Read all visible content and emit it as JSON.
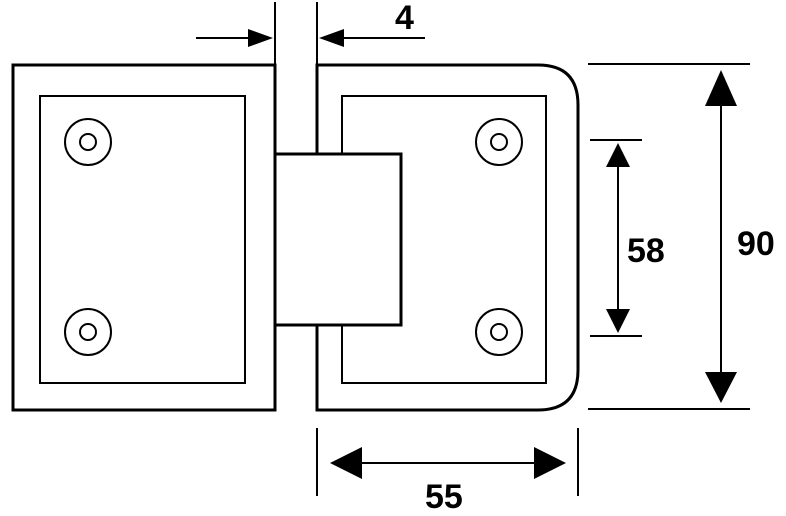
{
  "dimensions": {
    "gap": "4",
    "hole_spacing": "58",
    "height": "90",
    "width": "55"
  }
}
